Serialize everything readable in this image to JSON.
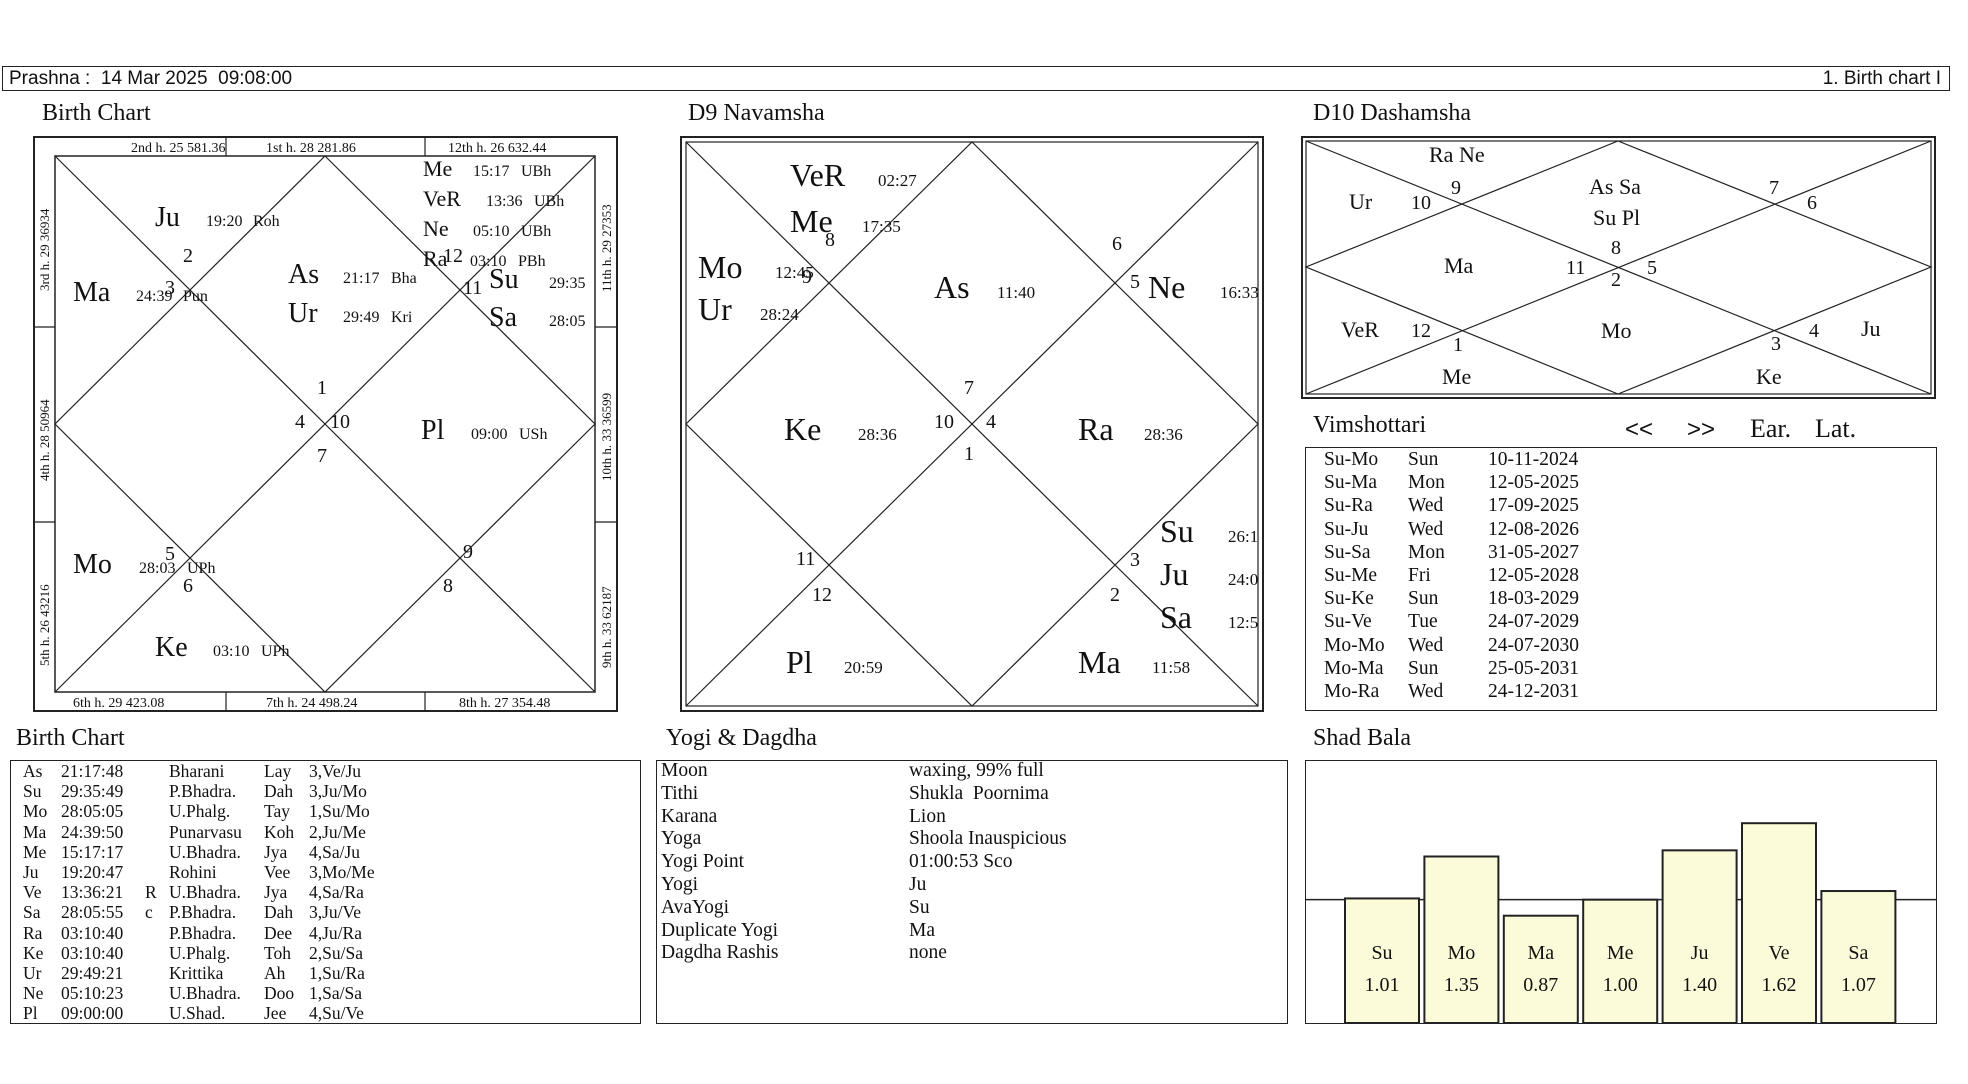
{
  "header": {
    "left": "Prashna :  14 Mar 2025  09:08:00",
    "right": "1. Birth chart I"
  },
  "birth_chart": {
    "title": "Birth Chart",
    "house_labels": {
      "top": [
        "2nd h.  25  581.36",
        "1st h.  28  281.86",
        "12th h.  26  632.44"
      ],
      "bottom": [
        "6th h.  29  423.08",
        "7th h.  24  498.24",
        "8th h.  27  354.48"
      ],
      "left": [
        "3rd h.  29  36934",
        "4th h.  28  50964",
        "5th h.  26  43216"
      ],
      "right": [
        "11th h.  29  27353",
        "10th h.  33  36599",
        "9th h.  33  62187"
      ]
    },
    "planets": [
      {
        "name": "Ju",
        "deg": "19:20",
        "nak": "Roh"
      },
      {
        "name": "Ma",
        "deg": "24:39",
        "nak": "Pun"
      },
      {
        "name": "As",
        "deg": "21:17",
        "nak": "Bha"
      },
      {
        "name": "Ur",
        "deg": "29:49",
        "nak": "Kri"
      },
      {
        "name": "Me",
        "deg": "15:17",
        "nak": "UBh"
      },
      {
        "name": "VeR",
        "deg": "13:36",
        "nak": "UBh"
      },
      {
        "name": "Ne",
        "deg": "05:10",
        "nak": "UBh"
      },
      {
        "name": "Ra",
        "deg": "03:10",
        "nak": "PBh"
      },
      {
        "name": "Su",
        "deg": "29:35",
        "nak": ""
      },
      {
        "name": "Sa",
        "deg": "28:05",
        "nak": ""
      },
      {
        "name": "Pl",
        "deg": "09:00",
        "nak": "USh"
      },
      {
        "name": "Mo",
        "deg": "28:03",
        "nak": "UPh"
      },
      {
        "name": "Ke",
        "deg": "03:10",
        "nak": "UPh"
      }
    ],
    "signs": [
      "2",
      "3",
      "1",
      "12",
      "11",
      "4",
      "10",
      "7",
      "5",
      "6",
      "9",
      "8"
    ]
  },
  "navamsha": {
    "title": "D9 Navamsha",
    "planets": [
      {
        "name": "VeR",
        "deg": "02:27"
      },
      {
        "name": "Me",
        "deg": "17:35"
      },
      {
        "name": "Mo",
        "deg": "12:45"
      },
      {
        "name": "Ur",
        "deg": "28:24"
      },
      {
        "name": "As",
        "deg": "11:40"
      },
      {
        "name": "Ne",
        "deg": "16:33"
      },
      {
        "name": "Ke",
        "deg": "28:36"
      },
      {
        "name": "Ra",
        "deg": "28:36"
      },
      {
        "name": "Su",
        "deg": "26:1"
      },
      {
        "name": "Ju",
        "deg": "24:0"
      },
      {
        "name": "Sa",
        "deg": "12:5"
      },
      {
        "name": "Pl",
        "deg": "20:59"
      },
      {
        "name": "Ma",
        "deg": "11:58"
      }
    ],
    "signs": [
      "8",
      "9",
      "6",
      "5",
      "7",
      "10",
      "4",
      "1",
      "11",
      "12",
      "3",
      "2"
    ]
  },
  "dashamsha": {
    "title": "D10 Dashamsha",
    "cells": [
      "Ra Ne",
      "Ur",
      "As Sa",
      "Su Pl",
      "Ma",
      "VeR",
      "Mo",
      "Me",
      "Ke",
      "Ju"
    ],
    "signs": [
      "10",
      "9",
      "7",
      "6",
      "11",
      "8",
      "2",
      "5",
      "12",
      "1",
      "3",
      "4"
    ]
  },
  "vimshottari": {
    "title": "Vimshottari",
    "prev": "<<",
    "next": ">>",
    "ear": "Ear.",
    "lat": "Lat.",
    "rows": [
      [
        "Su-Mo",
        "Sun",
        "10-11-2024"
      ],
      [
        "Su-Ma",
        "Mon",
        "12-05-2025"
      ],
      [
        "Su-Ra",
        "Wed",
        "17-09-2025"
      ],
      [
        "Su-Ju",
        "Wed",
        "12-08-2026"
      ],
      [
        "Su-Sa",
        "Mon",
        "31-05-2027"
      ],
      [
        "Su-Me",
        "Fri",
        "12-05-2028"
      ],
      [
        "Su-Ke",
        "Sun",
        "18-03-2029"
      ],
      [
        "Su-Ve",
        "Tue",
        "24-07-2029"
      ],
      [
        "Mo-Mo",
        "Wed",
        "24-07-2030"
      ],
      [
        "Mo-Ma",
        "Sun",
        "25-05-2031"
      ],
      [
        "Mo-Ra",
        "Wed",
        "24-12-2031"
      ]
    ]
  },
  "birth_table": {
    "title": "Birth Chart",
    "rows": [
      [
        "As",
        "21:17:48",
        "",
        "Bharani",
        "Lay",
        "3,Ve/Ju"
      ],
      [
        "Su",
        "29:35:49",
        "",
        "P.Bhadra.",
        "Dah",
        "3,Ju/Mo"
      ],
      [
        "Mo",
        "28:05:05",
        "",
        "U.Phalg.",
        "Tay",
        "1,Su/Mo"
      ],
      [
        "Ma",
        "24:39:50",
        "",
        "Punarvasu",
        "Koh",
        "2,Ju/Me"
      ],
      [
        "Me",
        "15:17:17",
        "",
        "U.Bhadra.",
        "Jya",
        "4,Sa/Ju"
      ],
      [
        "Ju",
        "19:20:47",
        "",
        "Rohini",
        "Vee",
        "3,Mo/Me"
      ],
      [
        "Ve",
        "13:36:21",
        "R",
        "U.Bhadra.",
        "Jya",
        "4,Sa/Ra"
      ],
      [
        "Sa",
        "28:05:55",
        "c",
        "P.Bhadra.",
        "Dah",
        "3,Ju/Ve"
      ],
      [
        "Ra",
        "03:10:40",
        "",
        "P.Bhadra.",
        "Dee",
        "4,Ju/Ra"
      ],
      [
        "Ke",
        "03:10:40",
        "",
        "U.Phalg.",
        "Toh",
        "2,Su/Sa"
      ],
      [
        "Ur",
        "29:49:21",
        "",
        "Krittika",
        "Ah",
        "1,Su/Ra"
      ],
      [
        "Ne",
        "05:10:23",
        "",
        "U.Bhadra.",
        "Doo",
        "1,Sa/Sa"
      ],
      [
        "Pl",
        "09:00:00",
        "",
        "U.Shad.",
        "Jee",
        "4,Su/Ve"
      ]
    ]
  },
  "yogi": {
    "title": "Yogi & Dagdha",
    "rows": [
      [
        "Moon",
        "waxing, 99% full"
      ],
      [
        "Tithi",
        "Shukla  Poornima"
      ],
      [
        "Karana",
        "Lion"
      ],
      [
        "Yoga",
        "Shoola Inauspicious"
      ],
      [
        "Yogi Point",
        "01:00:53 Sco"
      ],
      [
        "Yogi",
        "Ju"
      ],
      [
        "AvaYogi",
        "Su"
      ],
      [
        "Duplicate Yogi",
        "Ma"
      ],
      [
        "Dagdha Rashis",
        "none"
      ]
    ]
  },
  "shad_bala": {
    "title": "Shad Bala",
    "bar_color": "#fbfbd9",
    "chart_data": {
      "type": "bar",
      "categories": [
        "Su",
        "Mo",
        "Ma",
        "Me",
        "Ju",
        "Ve",
        "Sa"
      ],
      "values": [
        1.01,
        1.35,
        0.87,
        1.0,
        1.4,
        1.62,
        1.07
      ],
      "value_labels": [
        "1.01",
        "1.35",
        "0.87",
        "1.00",
        "1.40",
        "1.62",
        "1.07"
      ],
      "reference_line": 1.0
    }
  }
}
